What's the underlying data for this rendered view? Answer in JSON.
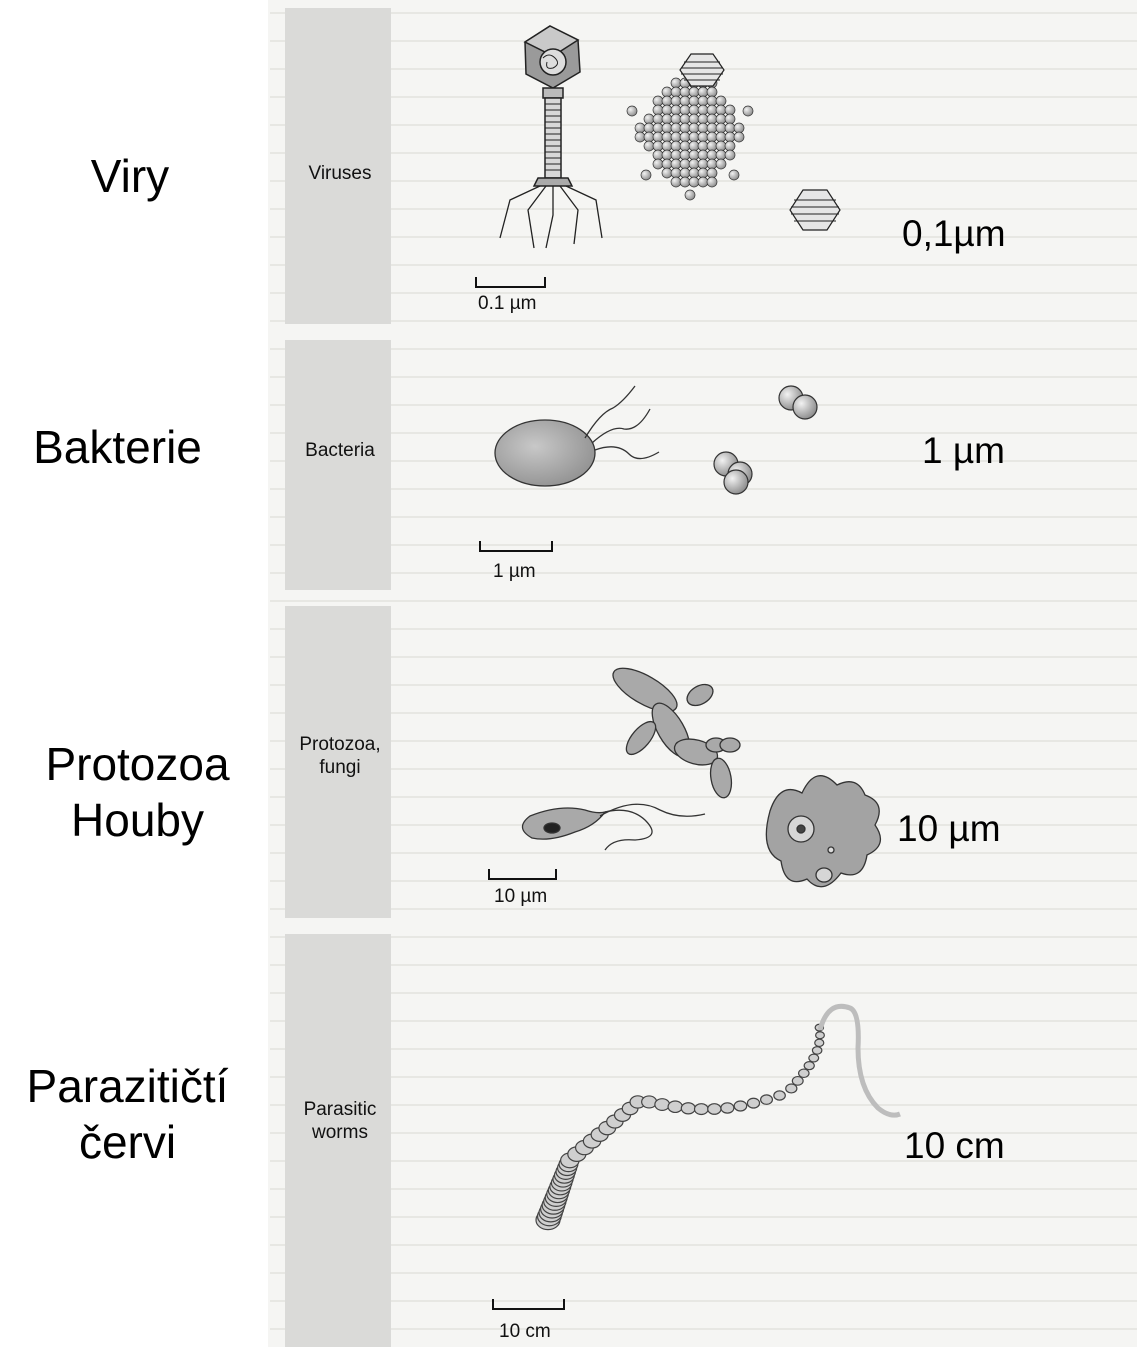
{
  "rows": [
    {
      "cz": "Viry",
      "label": "Viruses",
      "scale": "0.1 µm",
      "size": "0,1µm"
    },
    {
      "cz": "Bakterie",
      "label": "Bacteria",
      "scale": "1 µm",
      "size": "1 µm"
    },
    {
      "cz_line1": "Protozoa",
      "cz_line2": "Houby",
      "label_line1": "Protozoa,",
      "label_line2": "fungi",
      "scale": "10 µm",
      "size": "10 µm"
    },
    {
      "cz_line1": "Parazitičtí",
      "cz_line2": "červi",
      "label_line1": "Parasitic",
      "label_line2": "worms",
      "scale": "10 cm",
      "size": "10 cm"
    }
  ],
  "colors": {
    "panel": "#dadad8",
    "organism_fill": "#a9a9a9",
    "page": "#f5f5f3"
  }
}
